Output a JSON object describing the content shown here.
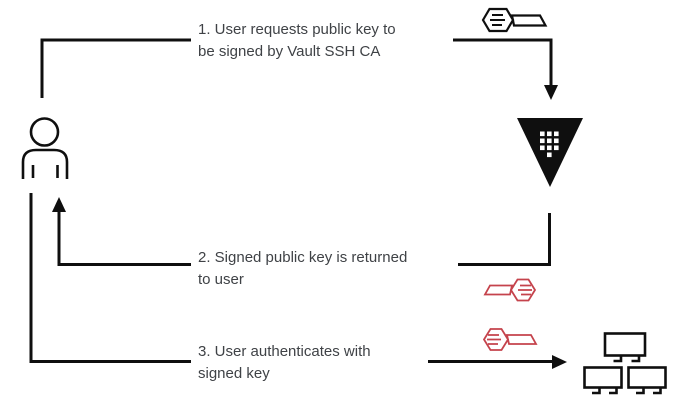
{
  "steps": [
    {
      "line1": "1. User requests public key to",
      "line2": "be signed by Vault SSH CA"
    },
    {
      "line1": "2. Signed public key is returned",
      "line2": "to user"
    },
    {
      "line1": "3. User authenticates with",
      "line2": "signed key"
    }
  ],
  "nodes": {
    "user": "person-icon",
    "vault_ssh_ca": "vault-logo-icon",
    "target_hosts": "monitors-icon",
    "request_key": "key-icon-black",
    "signed_key_return": "key-icon-red-left",
    "auth_key": "key-icon-red-right"
  },
  "colors": {
    "line": "#0f0f0f",
    "text": "#3f4246",
    "key_red": "#c5434c",
    "background": "#ffffff"
  }
}
